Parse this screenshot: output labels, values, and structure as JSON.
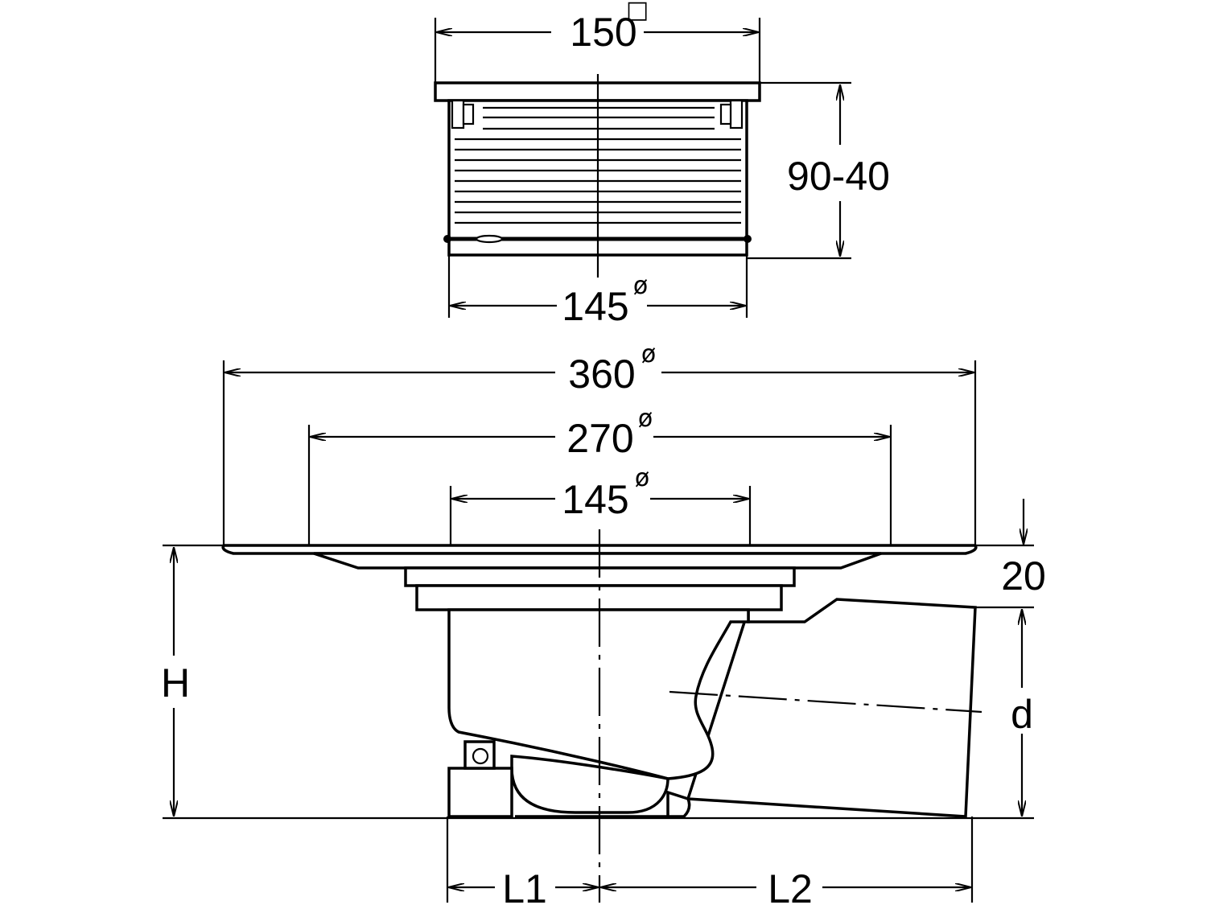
{
  "dimensions": {
    "grate_width": {
      "value": "150",
      "sup": "□"
    },
    "grate_height": {
      "value": "90-40"
    },
    "grate_diameter": {
      "value": "145",
      "sup": "ø"
    },
    "flange_outer": {
      "value": "360",
      "sup": "ø"
    },
    "flange_mid": {
      "value": "270",
      "sup": "ø"
    },
    "flange_inner": {
      "value": "145",
      "sup": "ø"
    },
    "flange_thickness": {
      "value": "20"
    },
    "height": {
      "value": "H"
    },
    "outlet_diameter": {
      "value": "d"
    },
    "length_1": {
      "value": "L1"
    },
    "length_2": {
      "value": "L2"
    }
  },
  "colors": {
    "line": "#000000",
    "background": "#ffffff"
  }
}
